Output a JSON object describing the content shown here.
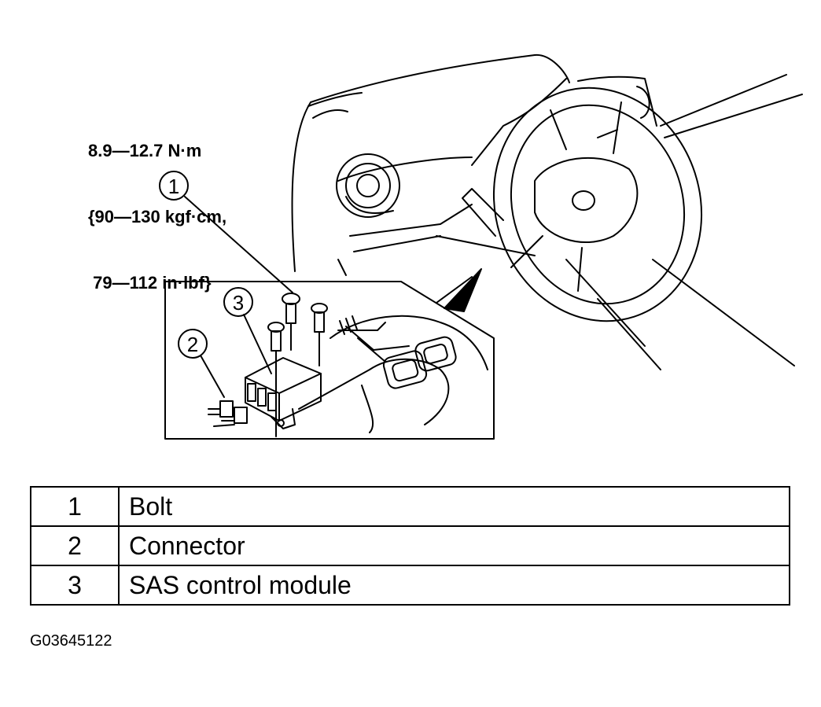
{
  "torque_spec": {
    "line1": "8.9—12.7 N·m",
    "line2": "{90—130 kgf·cm,",
    "line3": " 79—112 in·lbf}"
  },
  "callouts": [
    {
      "number": "1"
    },
    {
      "number": "2"
    },
    {
      "number": "3"
    }
  ],
  "legend": [
    {
      "number": "1",
      "label": "Bolt"
    },
    {
      "number": "2",
      "label": "Connector"
    },
    {
      "number": "3",
      "label": "SAS control module"
    }
  ],
  "figure_id": "G03645122"
}
